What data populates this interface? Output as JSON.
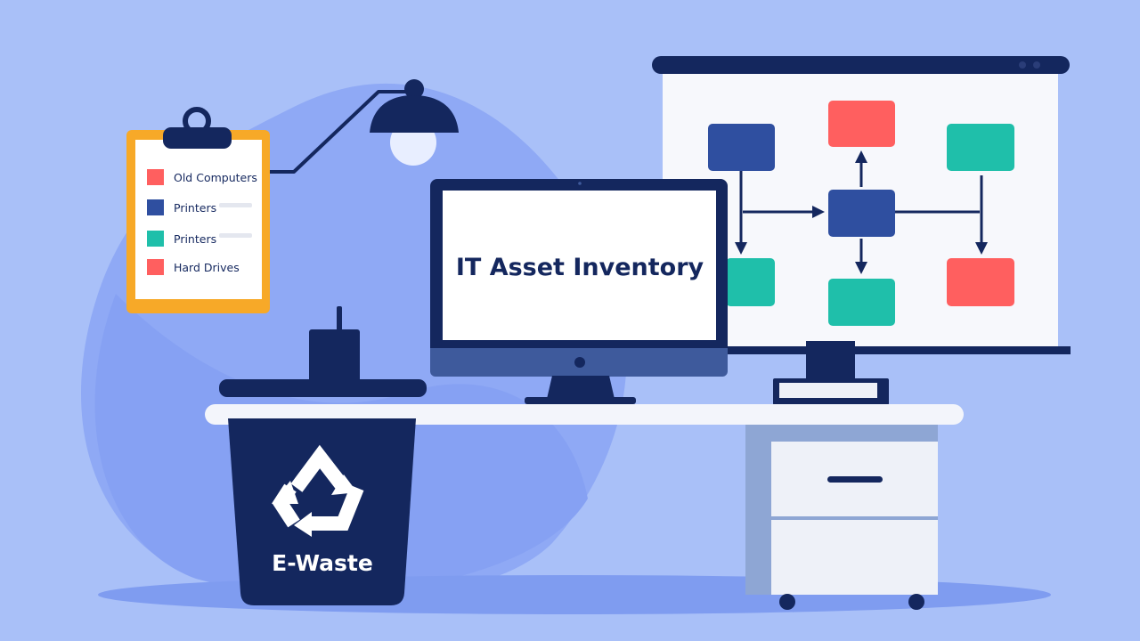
{
  "checklist": {
    "items": [
      {
        "label": "Old Computers",
        "color": "#ff5f5f"
      },
      {
        "label": "Printers",
        "color": "#2f4fa0"
      },
      {
        "label": "Printers",
        "color": "#1fbfaa"
      },
      {
        "label": "Hard Drives",
        "color": "#ff5f5f"
      }
    ]
  },
  "monitor": {
    "title": "IT Asset Inventory"
  },
  "bin": {
    "label": "E-Waste",
    "icon": "recycle-icon"
  },
  "colors": {
    "background": "#a9c0f8",
    "navy": "#14275e",
    "coral": "#ff5f5f",
    "teal": "#1fbfaa",
    "blue": "#2f4fa0",
    "clipboard_frame": "#f7a928"
  }
}
